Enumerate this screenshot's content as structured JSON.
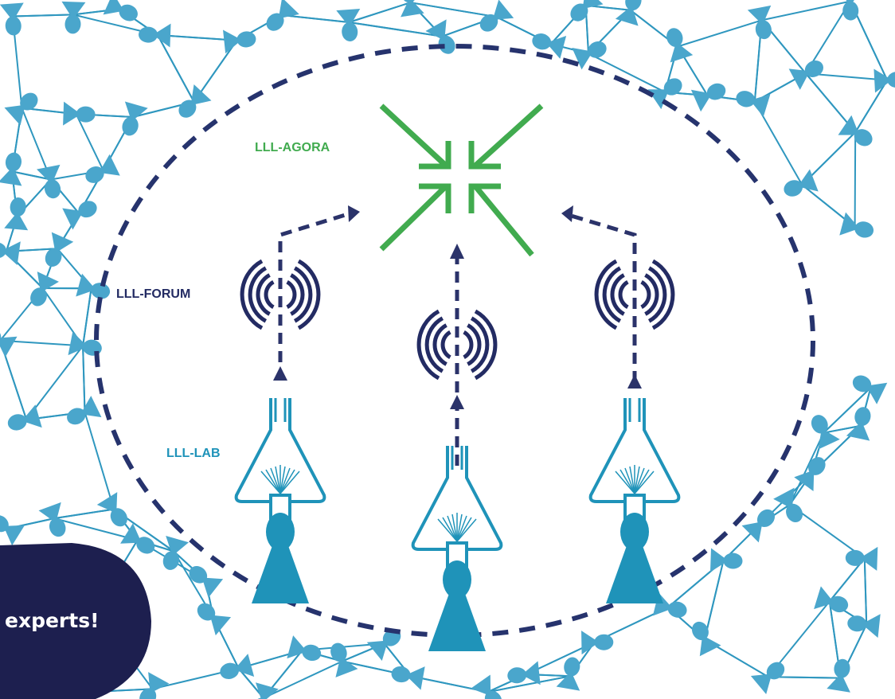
{
  "labels": {
    "agora": "LLL-AGORA",
    "forum": "LLL-FORUM",
    "lab": "LLL-LAB"
  },
  "bubble": {
    "text": "experts!"
  },
  "colors": {
    "network": "#2f97bf",
    "network_fill": "#4aa6cc",
    "circle": "#26336d",
    "agora": "#41ab4f",
    "lab": "#1f93b9",
    "forum": "#232b63",
    "arrow": "#2b336a",
    "bubble": "#1d1f4f",
    "bubble_text": "#ffffff"
  },
  "icons": {
    "network": "people-network-icon",
    "agora": "converging-arrows-icon",
    "forum": "concentric-rings-icon",
    "lab": "flask-icon",
    "person": "person-icon"
  }
}
